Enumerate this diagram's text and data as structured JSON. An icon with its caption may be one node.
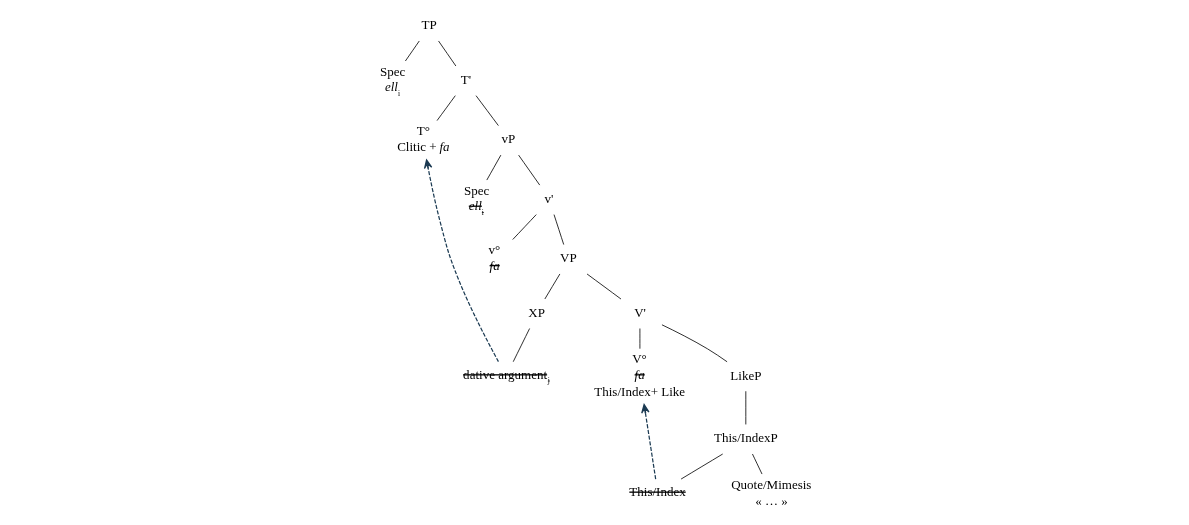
{
  "diagram": {
    "nodes": [
      {
        "text": [
          "TP"
        ]
      },
      {
        "text": [
          "Spec",
          "*ell*$_{i}$"
        ]
      },
      {
        "text": [
          "T'"
        ]
      },
      {
        "text": [
          "T°",
          "Clitic + *fa*"
        ]
      },
      {
        "text": [
          "vP"
        ]
      },
      {
        "text": [
          "Spec",
          "*ell*$_{i}$"
        ]
      },
      {
        "text": [
          "v'"
        ]
      },
      {
        "text": [
          "v°",
          "*fa*"
        ]
      },
      {
        "text": [
          "VP"
        ]
      },
      {
        "text": [
          "XP"
        ]
      },
      {
        "text": [
          "dative argument$_{j}$"
        ]
      },
      {
        "text": [
          "V'"
        ]
      },
      {
        "text": [
          "V°",
          "*fa*",
          "This/Index+ Like"
        ]
      },
      {
        "text": [
          "LikeP"
        ]
      },
      {
        "text": [
          "This/IndexP"
        ]
      },
      {
        "text": [
          "This/Index"
        ]
      },
      {
        "text": [
          "Quote/Mimesis",
          "« … »"
        ]
      }
    ],
    "edges": [
      {
        "from": 0,
        "to": 1,
        "arrow": "none"
      },
      {
        "from": 0,
        "to": 2,
        "arrow": "none"
      },
      {
        "from": 2,
        "to": 3,
        "arrow": "none"
      },
      {
        "from": 2,
        "to": 4,
        "arrow": "none"
      },
      {
        "from": 4,
        "to": 5,
        "arrow": "none"
      },
      {
        "from": 4,
        "to": 6,
        "arrow": "none"
      },
      {
        "from": 6,
        "to": 7,
        "arrow": "none"
      },
      {
        "from": 6,
        "to": 8,
        "arrow": "none"
      },
      {
        "from": 8,
        "to": 9,
        "arrow": "none"
      },
      {
        "from": 8,
        "to": 11,
        "arrow": "none"
      },
      {
        "from": 9,
        "to": 10,
        "arrow": "none"
      },
      {
        "from": 11,
        "to": 12,
        "arrow": "none"
      },
      {
        "from": 11,
        "to": 13,
        "arrow": "none"
      },
      {
        "from": 13,
        "to": 14,
        "arrow": "none"
      },
      {
        "from": 14,
        "to": 15,
        "arrow": "none"
      },
      {
        "from": 14,
        "to": 16,
        "arrow": "none"
      },
      {
        "from": 10,
        "to": 3,
        "arrow": "to",
        "style": "dashed",
        "color": "#1b3a52"
      },
      {
        "from": 15,
        "to": 12,
        "arrow": "to",
        "style": "dashed",
        "color": "#1b3a52"
      }
    ]
  }
}
